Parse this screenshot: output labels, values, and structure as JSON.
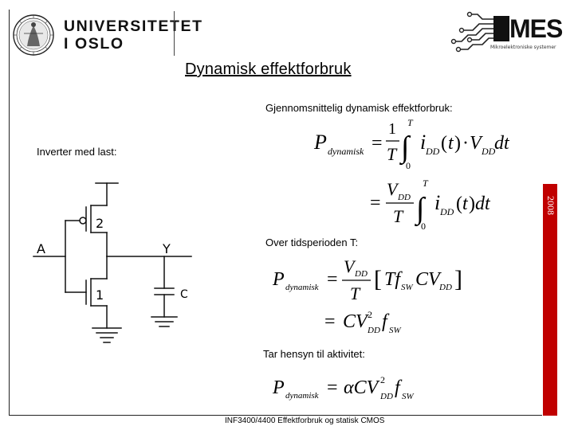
{
  "header": {
    "university_line1": "UNIVERSITETET",
    "university_line2": "I OSLO",
    "lab_logo_text": "MES",
    "lab_logo_sub": "Mikroelektroniske systemer"
  },
  "slide": {
    "title": "Dynamisk effektforbruk",
    "year": "2008",
    "footer": "INF3400/4400  Effektforbruk og statisk CMOS"
  },
  "labels": {
    "avg_power": "Gjennomsnittelig dynamisk effektforbruk:",
    "inverter": "Inverter med last:",
    "over_period": "Over tidsperioden T:",
    "activity": "Tar hensyn til aktivitet:"
  },
  "circuit": {
    "input_label": "A",
    "output_label": "Y",
    "pmos_label": "2",
    "nmos_label": "1",
    "cap_label": "C"
  },
  "formulas": {
    "f1": "P_dynamisk = (1/T) ∫₀ᵀ i_DD(t) · V_DD dt",
    "f2": "= (V_DD / T) ∫₀ᵀ i_DD(t) dt",
    "f3": "P_dynamisk = (V_DD / T) [T f_sw C V_DD]",
    "f4": "= C V_DD² f_sw",
    "f5": "P_dynamisk = α C V_DD² f_sw"
  },
  "colors": {
    "year_bar": "#c00000"
  }
}
